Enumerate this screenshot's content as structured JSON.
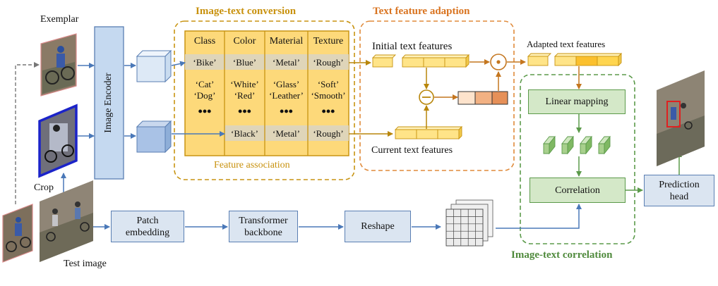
{
  "inputs": {
    "exemplar": "Exemplar",
    "crop": "Crop",
    "test_image": "Test image"
  },
  "encoder": {
    "label": "Image Encoder"
  },
  "sections": {
    "conversion": "Image-text conversion",
    "adaption": "Text feature adaption",
    "correlation": "Image-text correlation",
    "association": "Feature association"
  },
  "table": {
    "headers": [
      "Class",
      "Color",
      "Material",
      "Texture"
    ],
    "row1": [
      "‘Bike’",
      "‘Blue’",
      "‘Metal’",
      "‘Rough’"
    ],
    "row2": [
      "‘Cat’",
      "‘White’",
      "‘Glass’",
      "‘Soft’"
    ],
    "row3": [
      "‘Dog’",
      "‘Red’",
      "‘Leather’",
      "‘Smooth’"
    ],
    "dots": "•••",
    "last_row": [
      "‘Black’",
      "‘Metal’",
      "‘Rough’"
    ]
  },
  "features": {
    "initial": "Initial text features",
    "current": "Current text features",
    "adapted": "Adapted text features"
  },
  "operators": {
    "subtract": "−",
    "multiply": "⊙"
  },
  "modules": {
    "linear_mapping": "Linear mapping",
    "correlation": "Correlation",
    "prediction_line1": "Prediction",
    "prediction_line2": "head",
    "patch_line1": "Patch",
    "patch_line2": "embedding",
    "transformer_line1": "Transformer",
    "transformer_line2": "backbone",
    "reshape": "Reshape"
  },
  "colors": {
    "blue_arrow": "#4a78b8",
    "orange_arrow": "#c4761f",
    "gold_arrow": "#b8860b",
    "green_arrow": "#5b9a4a",
    "table_fill": "#fdd97a",
    "table_border": "#c89412",
    "adaption_border": "#e08a3a",
    "correlation_border": "#5b9a4a",
    "blue_box": "#dbe5f1",
    "green_box": "#d4e8c8"
  }
}
